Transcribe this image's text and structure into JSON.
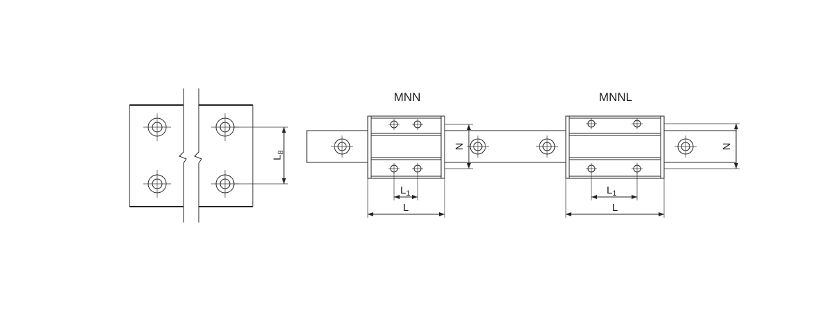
{
  "labels": {
    "model_a": "MNN",
    "model_b": "MNNL"
  },
  "dimensions": {
    "L8": {
      "main": "L",
      "sub": "8"
    },
    "L1": {
      "main": "L",
      "sub": "1"
    },
    "L": "L",
    "N": "N"
  }
}
